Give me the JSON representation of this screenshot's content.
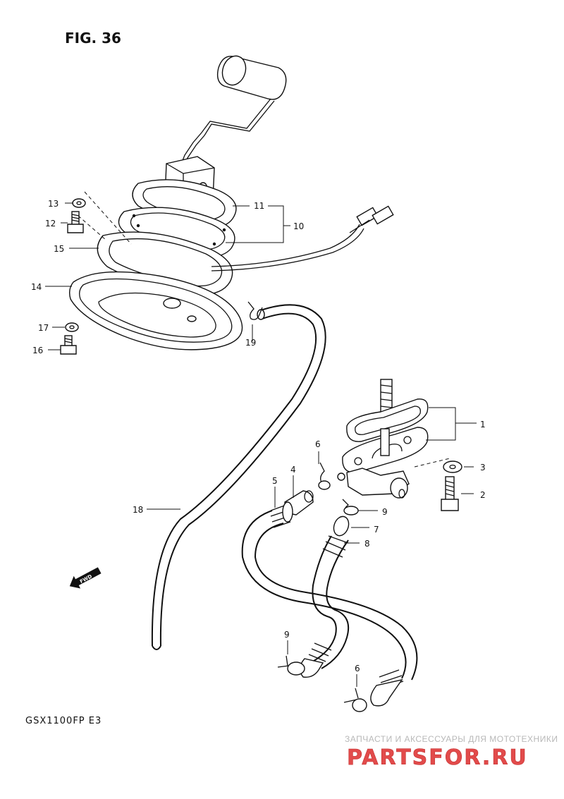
{
  "figure": {
    "title": "FIG. 36",
    "model": "GSX1100FP  E3",
    "fwd_label": "FWD"
  },
  "callouts": [
    "1",
    "2",
    "3",
    "4",
    "5",
    "6",
    "7",
    "8",
    "9",
    "10",
    "11",
    "12",
    "13",
    "14",
    "15",
    "16",
    "17",
    "18",
    "19",
    "9",
    "6"
  ],
  "watermark": {
    "tagline": "ЗАПЧАСТИ И АКСЕССУАРЫ ДЛЯ МОТОТЕХНИКИ",
    "logo": "PARTSFOR.RU"
  },
  "colors": {
    "line": "#111111",
    "watermark_red": "#e24b4b",
    "watermark_gray": "#b8b8b8"
  }
}
